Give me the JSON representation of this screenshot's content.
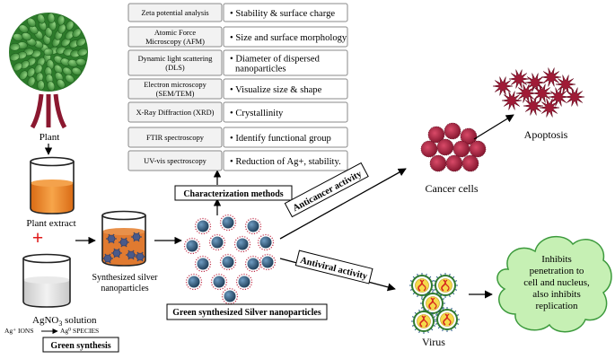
{
  "labels": {
    "plant": "Plant",
    "plant_extract": "Plant extract",
    "agno3_main": "AgNO",
    "agno3_sub": "3",
    "agno3_tail": " solution",
    "ag_ions": "Ag⁺ IONS",
    "ag_species": "Ag⁰ SPECIES",
    "green_synthesis": "Green synthesis",
    "synth_line1": "Synthesized silver",
    "synth_line2": "nanoparticles",
    "green_np_title": "Green synthesized Silver nanoparticles",
    "characterization": "Characterization methods",
    "anticancer": "Anticancer activity",
    "antiviral": "Antiviral activity",
    "cancer_cells": "Cancer cells",
    "apoptosis": "Apoptosis",
    "virus": "Virus",
    "plus": "+"
  },
  "cloud_text": [
    "Inhibits",
    "penetration to",
    "cell and nucleus,",
    "also inhibits",
    "replication"
  ],
  "methods": [
    {
      "method": [
        "Zeta potential analysis"
      ],
      "result": [
        "• Stability  & surface charge"
      ]
    },
    {
      "method": [
        "Atomic Force",
        "Microscopy (AFM)"
      ],
      "result": [
        "• Size and surface morphology"
      ]
    },
    {
      "method": [
        "Dynamic light scattering",
        "(DLS)"
      ],
      "result": [
        "• Diameter of dispersed",
        "nanoparticles"
      ]
    },
    {
      "method": [
        "Electron microscopy",
        "(SEM/TEM)"
      ],
      "result": [
        "• Visualize  size & shape"
      ]
    },
    {
      "method": [
        "X-Ray Diffraction (XRD)"
      ],
      "result": [
        "• Crystallinity"
      ]
    },
    {
      "method": [
        "FTIR spectroscopy"
      ],
      "result": [
        "• Identify functional group"
      ]
    },
    {
      "method": [
        "UV-vis spectroscopy"
      ],
      "result": [
        "• Reduction of Ag+, stability."
      ]
    }
  ],
  "colors": {
    "leaf": "#3f9a3a",
    "trunk": "#8b1830",
    "extract": "#f08a2c",
    "nanoparticle": "#2e5878",
    "nanoparticle_ring": "#c0304a",
    "cancer": "#a4203a",
    "cloud": "#c6f0b4",
    "plus": "#e01b1b"
  }
}
